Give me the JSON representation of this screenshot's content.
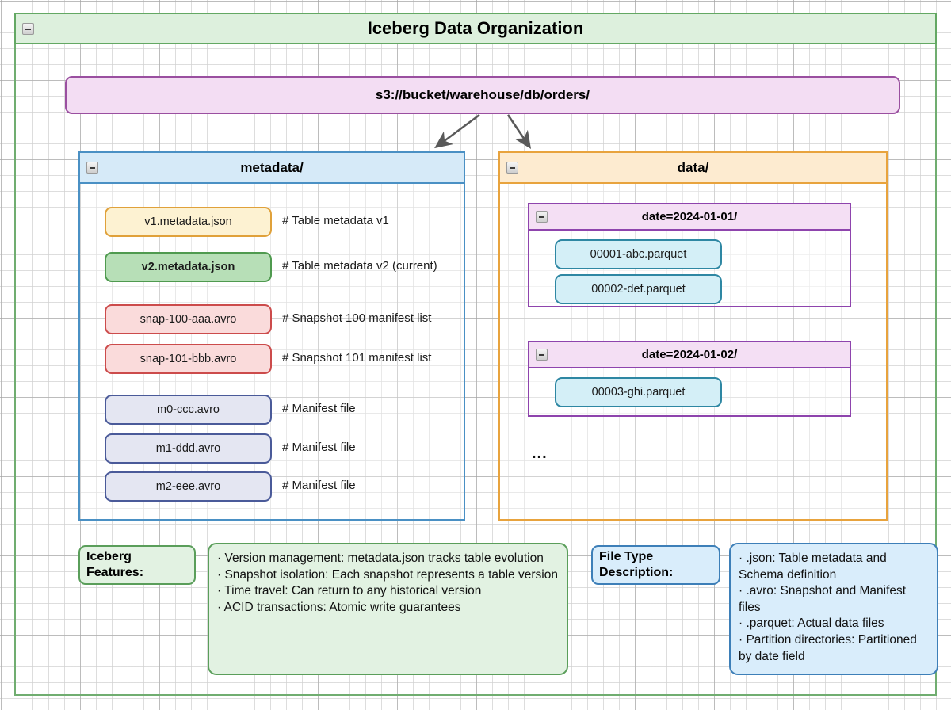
{
  "diagram": {
    "title": "Iceberg Data Organization",
    "collapse_icon": "collapse-minus-icon",
    "root_path": "s3://bucket/warehouse/db/orders/"
  },
  "metadata_panel": {
    "header": "metadata/",
    "files": [
      {
        "name": "v1.metadata.json",
        "comment": "# Table metadata v1",
        "kind": "json-old"
      },
      {
        "name": "v2.metadata.json",
        "comment": "# Table metadata v2 (current)",
        "kind": "json-current"
      },
      {
        "name": "snap-100-aaa.avro",
        "comment": "# Snapshot 100 manifest list",
        "kind": "avro-snapshot"
      },
      {
        "name": "snap-101-bbb.avro",
        "comment": "# Snapshot 101 manifest list",
        "kind": "avro-snapshot"
      },
      {
        "name": "m0-ccc.avro",
        "comment": "# Manifest file",
        "kind": "avro-manifest"
      },
      {
        "name": "m1-ddd.avro",
        "comment": "# Manifest file",
        "kind": "avro-manifest"
      },
      {
        "name": "m2-eee.avro",
        "comment": "# Manifest file",
        "kind": "avro-manifest"
      }
    ]
  },
  "data_panel": {
    "header": "data/",
    "ellipsis": "...",
    "partitions": [
      {
        "header": "date=2024-01-01/",
        "files": [
          "00001-abc.parquet",
          "00002-def.parquet"
        ]
      },
      {
        "header": "date=2024-01-02/",
        "files": [
          "00003-ghi.parquet"
        ]
      }
    ]
  },
  "legends": [
    {
      "title": "Iceberg\nFeatures:",
      "body": "· Version management: metadata.json tracks table evolution\n· Snapshot isolation: Each snapshot represents a table version\n· Time travel: Can return to any historical version\n· ACID transactions: Atomic write guarantees",
      "style": "green"
    },
    {
      "title": "File Type\nDescription:",
      "body": "· .json: Table metadata and Schema definition\n· .avro: Snapshot and Manifest files\n· .parquet: Actual data files\n· Partition directories: Partitioned by date field",
      "style": "blue"
    }
  ],
  "colors": {
    "frame_green": "#70ad70",
    "title_fill": "#ddf0dd",
    "root_purple": "#9a4fa0",
    "root_fill": "#f3ddf3",
    "metadata_blue": "#4a90c4",
    "metadata_fill": "#d6eaf8",
    "data_orange": "#e8a33d",
    "data_fill": "#fdebd0",
    "partition_purple": "#8e44ad",
    "partition_fill": "#f4dff4",
    "json_old_fill": "#fdf2d2",
    "json_current_fill": "#b7dfb7",
    "avro_snapshot_fill": "#fadbdb",
    "avro_manifest_fill": "#e4e6f2",
    "parquet_fill": "#d4eff7",
    "arrow_gray": "#595959"
  }
}
